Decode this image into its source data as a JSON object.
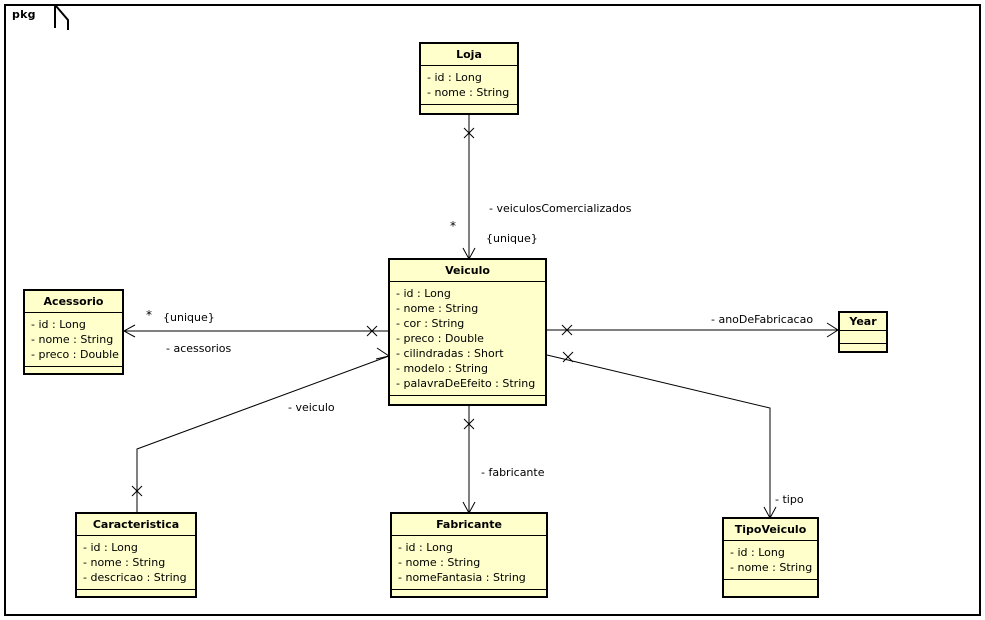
{
  "diagram": {
    "type": "uml-class-diagram",
    "package_label": "pkg",
    "background": "#ffffff",
    "class_fill": "#ffffcc",
    "class_stroke": "#000000"
  },
  "classes": [
    {
      "id": "loja",
      "name": "Loja",
      "attributes": [
        "- id : Long",
        "- nome : String"
      ],
      "operations": []
    },
    {
      "id": "veiculo",
      "name": "Veiculo",
      "attributes": [
        "- id : Long",
        "- nome : String",
        "- cor : String",
        "- preco : Double",
        "- cilindradas : Short",
        "- modelo : String",
        "- palavraDeEfeito : String"
      ],
      "operations": []
    },
    {
      "id": "acessorio",
      "name": "Acessorio",
      "attributes": [
        "- id : Long",
        "- nome : String",
        "- preco : Double"
      ],
      "operations": []
    },
    {
      "id": "year",
      "name": "Year",
      "attributes": [],
      "operations": []
    },
    {
      "id": "caracteristica",
      "name": "Caracteristica",
      "attributes": [
        "- id : Long",
        "- nome : String",
        "- descricao : String"
      ],
      "operations": []
    },
    {
      "id": "fabricante",
      "name": "Fabricante",
      "attributes": [
        "- id : Long",
        "- nome : String",
        "- nomeFantasia : String"
      ],
      "operations": []
    },
    {
      "id": "tipoveiculo",
      "name": "TipoVeiculo",
      "attributes": [
        "- id : Long",
        "- nome : String"
      ],
      "operations": []
    }
  ],
  "associations": [
    {
      "id": "loja-veiculo",
      "from": "loja",
      "to": "veiculo",
      "role": "- veiculosComercializados",
      "multiplicity": "*",
      "constraint": "{unique}"
    },
    {
      "id": "veiculo-acessorio",
      "from": "veiculo",
      "to": "acessorio",
      "role": "- acessorios",
      "multiplicity": "*",
      "constraint": "{unique}"
    },
    {
      "id": "caracteristica-veiculo",
      "from": "caracteristica",
      "to": "veiculo",
      "role": "- veiculo",
      "multiplicity": "",
      "constraint": ""
    },
    {
      "id": "veiculo-year",
      "from": "veiculo",
      "to": "year",
      "role": "- anoDeFabricacao",
      "multiplicity": "",
      "constraint": ""
    },
    {
      "id": "veiculo-fabricante",
      "from": "veiculo",
      "to": "fabricante",
      "role": "- fabricante",
      "multiplicity": "",
      "constraint": ""
    },
    {
      "id": "veiculo-tipoveiculo",
      "from": "veiculo",
      "to": "tipoveiculo",
      "role": "- tipo",
      "multiplicity": "",
      "constraint": ""
    }
  ]
}
